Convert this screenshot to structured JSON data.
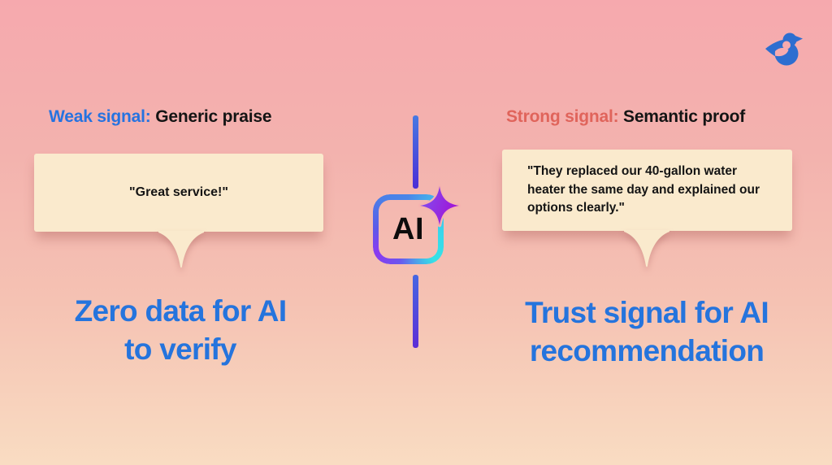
{
  "logo": {
    "icon": "birdeye-bird-icon",
    "color": "#2d6ed0"
  },
  "left_panel": {
    "label_highlight": "Weak signal:",
    "label_rest": " Generic praise",
    "quote": "\"Great service!\"",
    "headline": [
      "Zero data for AI",
      "to verify"
    ]
  },
  "right_panel": {
    "label_highlight": "Strong signal:",
    "label_rest": " Semantic proof",
    "quote": "\"They replaced our 40-gallon water heater the same day and explained our options clearly.\"",
    "headline": [
      "Trust signal for AI",
      "recommendation"
    ]
  },
  "center": {
    "badge_label": "AI",
    "icon": "sparkle-icon"
  },
  "colors": {
    "background_top": "#f6a9ae",
    "background_bottom": "#f9dcc2",
    "bubble": "#faeacd",
    "accent_blue": "#2574dd",
    "accent_coral": "#e0645b",
    "text_dark": "#141414",
    "badge_gradient": [
      "#4a86e8",
      "#35e2e6",
      "#8a3af0"
    ],
    "star_gradient": [
      "#7d54f2",
      "#a114d6"
    ],
    "divider_gradient": [
      "#4779e2",
      "#5c2ed6"
    ],
    "logo_blue": "#2d6ed0"
  }
}
